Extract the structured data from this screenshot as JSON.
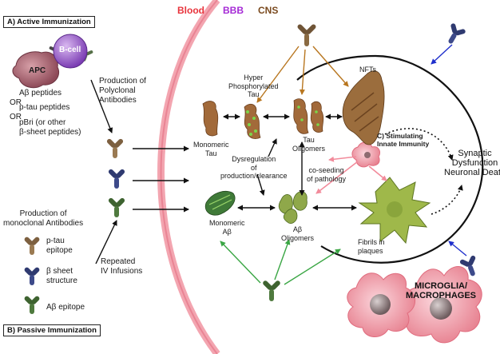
{
  "headers": {
    "blood": "Blood",
    "bbb": "BBB",
    "cns": "CNS"
  },
  "colors": {
    "blood": "#e8343c",
    "bbb": "#a52ad6",
    "cns": "#7a4a1e",
    "membrane": "#f09aa6",
    "tau_arrow": "#b8761f",
    "ab_arrow": "#3aa644",
    "immune_arrow": "#f28b9b",
    "antibody_arrow": "#1f2fcc"
  },
  "panels": {
    "active": "A) Active Immunization",
    "passive": "B) Passive Immunization",
    "innate": "C) Stimulating\nInnate Immunity"
  },
  "cells": {
    "bcell": "B-cell",
    "apc": "APC",
    "microglia": "MICROGLIA/\nMACROPHAGES"
  },
  "active_list": {
    "item1": "Aβ peptides",
    "or1": "OR",
    "item2": "p-tau peptides",
    "or2": "OR",
    "item3": "pBri (or other\nβ-sheet peptides)"
  },
  "texts": {
    "polyclonal": "Production of\nPolyclonal\nAntibodies",
    "monoclonal": "Production of\nmonoclonal Antibodies",
    "ptau_epitope": "p-tau\nepitope",
    "bsheet": "β sheet\nstructure",
    "ab_epitope": "Aβ epitope",
    "iv": "Repeated\nIV Infusions",
    "hyper_tau": "Hyper\nPhosphorylated\nTau",
    "nfts": "NFTs",
    "monomeric_tau": "Monomeric\nTau",
    "tau_oligomers": "Tau\nOligomers",
    "dysregulation": "Dysregulation\nof\nproduction/clearance",
    "coseeding": "co-seeding\nof pathology",
    "monomeric_ab": "Monomeric\nAβ",
    "ab_oligomers": "Aβ\nOligomers",
    "fibrils": "Fibrils in\nplaques",
    "synaptic": "Synaptic\nDysfunction\nNeuronal Death"
  }
}
